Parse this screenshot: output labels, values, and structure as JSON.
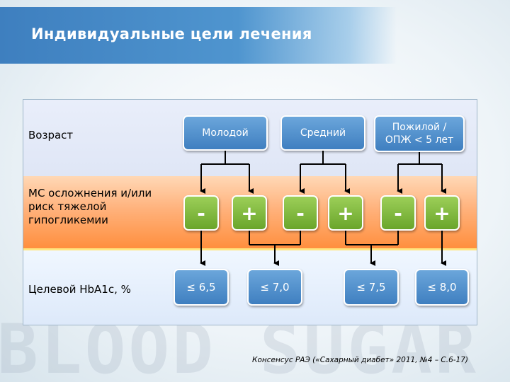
{
  "title": "Индивидуальные цели лечения",
  "rows": {
    "age": "Возраст",
    "risk": "МС осложнения и/или риск тяжелой гипогликемии",
    "target": "Целевой HbA1c, %"
  },
  "age_groups": [
    "Молодой",
    "Средний",
    "Пожилой / ОПЖ < 5 лет"
  ],
  "signs": [
    "-",
    "+",
    "-",
    "+",
    "-",
    "+"
  ],
  "targets": [
    "≤ 6,5",
    "≤ 7,0",
    "≤ 7,5",
    "≤ 8,0"
  ],
  "citation": "Консенсус РАЭ («Сахарный диабет» 2011, №4 – С.6-17)",
  "watermark": "BLOOD SUGAR LEVEL",
  "colors": {
    "title_bar": "#4a8cc9",
    "age_node": "#4f8fcc",
    "sign_node": "#7cb342",
    "risk_band": "#ff9a4d",
    "connector": "#000000"
  }
}
